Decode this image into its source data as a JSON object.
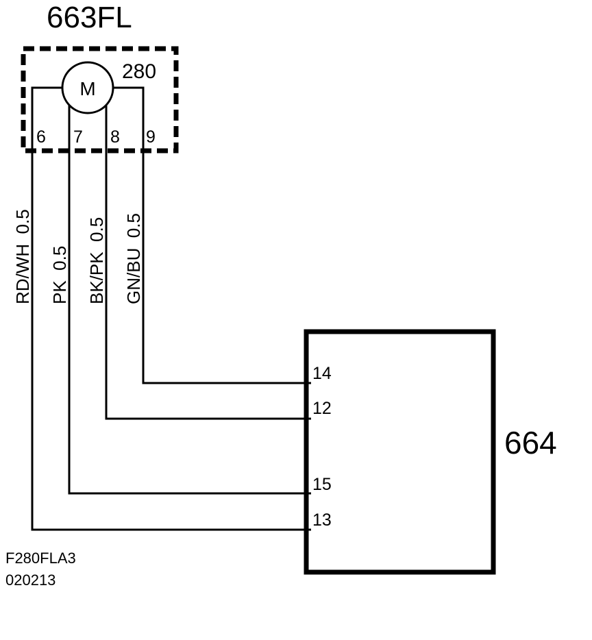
{
  "component_663": {
    "title": "663FL",
    "subtitle": "280",
    "motor_symbol": "M",
    "pins": [
      "6",
      "7",
      "8",
      "9"
    ]
  },
  "wires": [
    {
      "label": "RD/WH  0.5"
    },
    {
      "label": "PK  0.5"
    },
    {
      "label": "BK/PK  0.5"
    },
    {
      "label": "GN/BU  0.5"
    }
  ],
  "component_664": {
    "title": "664",
    "pins": [
      "14",
      "12",
      "15",
      "13"
    ]
  },
  "footer": {
    "code": "F280FLA3",
    "date": "020213"
  },
  "colors": {
    "line": "#000000",
    "background": "#ffffff"
  }
}
